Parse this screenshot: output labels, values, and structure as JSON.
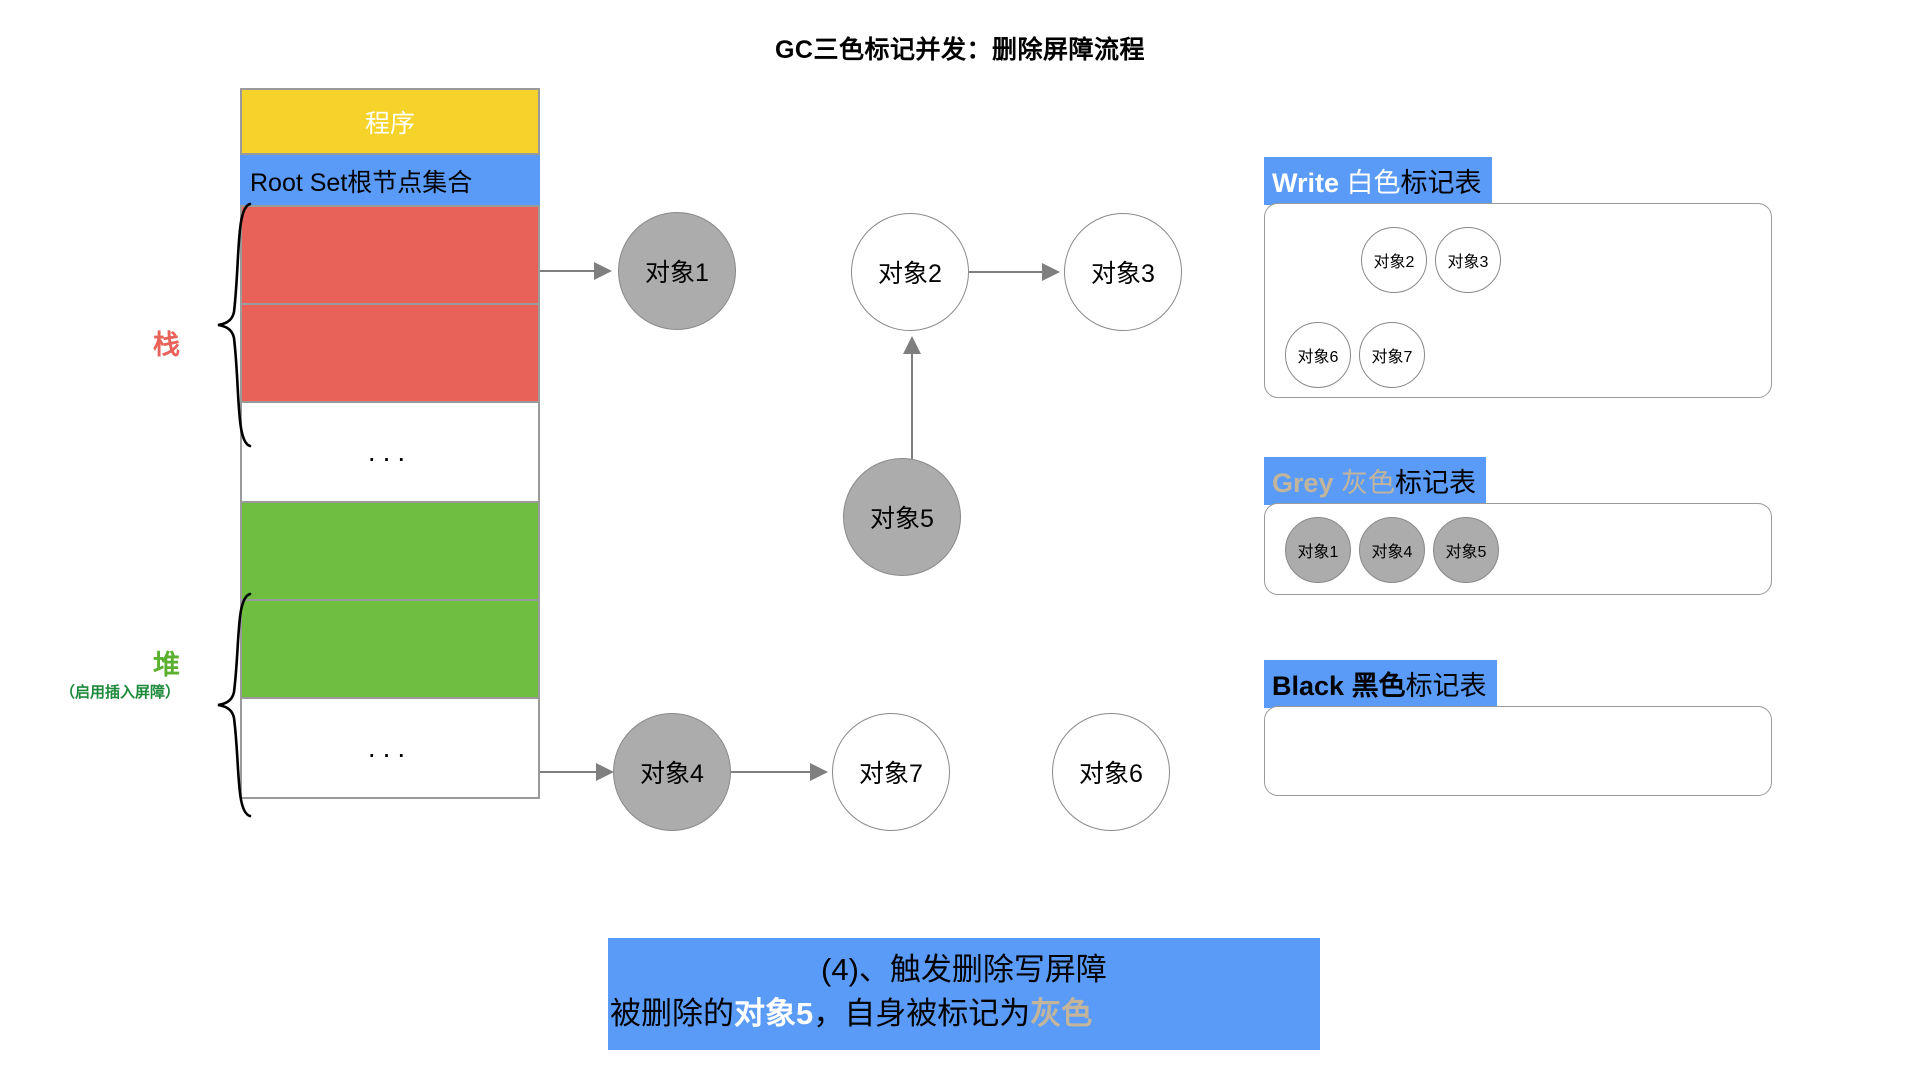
{
  "title": "GC三色标记并发：删除屏障流程",
  "memory": {
    "program_label": "程序",
    "root_set_label": "Root Set根节点集合",
    "ellipsis": "...",
    "slots": [
      {
        "name": "stack-slot-1",
        "fill": "red"
      },
      {
        "name": "stack-slot-2",
        "fill": "red"
      },
      {
        "name": "stack-slot-ellipsis",
        "fill": "blank"
      },
      {
        "name": "heap-slot-1",
        "fill": "green"
      },
      {
        "name": "heap-slot-2",
        "fill": "green"
      },
      {
        "name": "heap-slot-ellipsis",
        "fill": "blank"
      }
    ]
  },
  "braces": {
    "stack": {
      "label": "栈",
      "sub": "",
      "color": "#E9625A"
    },
    "heap": {
      "label": "堆",
      "sub": "（启用插入屏障）",
      "color": "#5CB030"
    }
  },
  "graph": {
    "nodes": [
      {
        "id": "obj1",
        "label": "对象1",
        "color": "grey"
      },
      {
        "id": "obj2",
        "label": "对象2",
        "color": "white"
      },
      {
        "id": "obj3",
        "label": "对象3",
        "color": "white"
      },
      {
        "id": "obj5",
        "label": "对象5",
        "color": "grey"
      },
      {
        "id": "obj4",
        "label": "对象4",
        "color": "grey"
      },
      {
        "id": "obj7",
        "label": "对象7",
        "color": "white"
      },
      {
        "id": "obj6",
        "label": "对象6",
        "color": "white"
      }
    ],
    "edges": [
      {
        "from": "stack-slot-1",
        "to": "obj1"
      },
      {
        "from": "obj2",
        "to": "obj3"
      },
      {
        "from": "obj5",
        "to": "obj2"
      },
      {
        "from": "heap-slot-2",
        "to": "obj4"
      },
      {
        "from": "obj4",
        "to": "obj7"
      }
    ]
  },
  "mark_tables": [
    {
      "id": "white-table",
      "header_en": "Write ",
      "header_color_word": "白色",
      "header_rest": "标记表",
      "en_color": "#ffffff",
      "color_word_color": "#ffffff",
      "rest_color": "#000000",
      "items": [
        "对象2",
        "对象3",
        "对象6",
        "对象7"
      ],
      "chip_style": "white"
    },
    {
      "id": "grey-table",
      "header_en": "Grey ",
      "header_color_word": "灰色",
      "header_rest": "标记表",
      "en_color": "#C2B59B",
      "color_word_color": "#C2B59B",
      "rest_color": "#000000",
      "items": [
        "对象1",
        "对象4",
        "对象5"
      ],
      "chip_style": "grey"
    },
    {
      "id": "black-table",
      "header_en": "Black ",
      "header_color_word": "黑色",
      "header_rest": "标记表",
      "en_color": "#000000",
      "color_word_color": "#000000",
      "rest_color": "#000000",
      "items": [],
      "chip_style": "white"
    }
  ],
  "caption": {
    "line1": "(4)、触发删除写屏障",
    "line2_part1": "被删除的",
    "line2_bold": "对象5",
    "line2_part2": "，自身被标记为",
    "line2_grey": "灰色"
  },
  "colors": {
    "yellow": "#F5D32B",
    "blue": "#5B9BF8",
    "red": "#E9625A",
    "green": "#6FBE3F",
    "grey_node": "#ACACAC",
    "border_grey": "#9a9a9a",
    "arrow": "#7f7f7f"
  }
}
